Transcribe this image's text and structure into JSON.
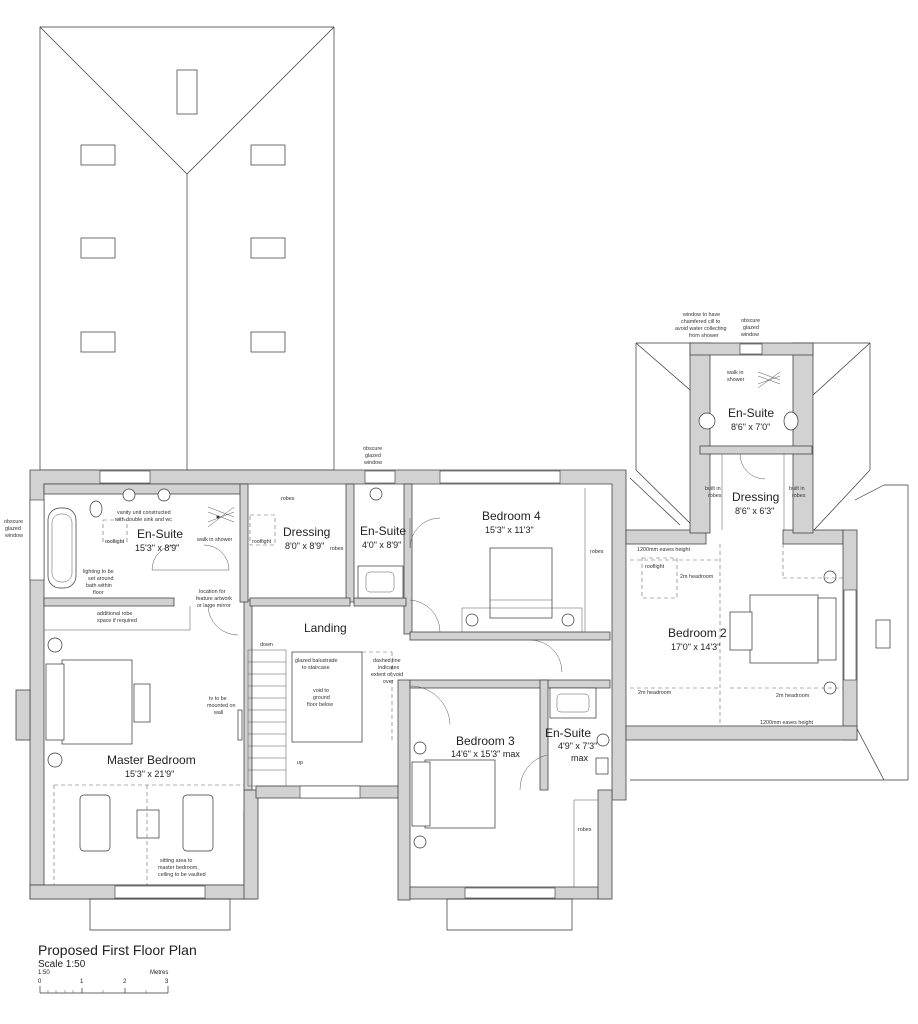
{
  "drawing": {
    "title": "Proposed First Floor Plan",
    "scale": "Scale 1:50",
    "bar_ratio": "1:50",
    "bar_units": "Metres",
    "bar_ticks": [
      "0",
      "1",
      "2",
      "3"
    ]
  },
  "rooms": {
    "ensuite_master": {
      "name": "En-Suite",
      "dims": "15'3\" x 8'9\""
    },
    "dressing_1": {
      "name": "Dressing",
      "dims": "8'0\" x 8'9\""
    },
    "ensuite_4": {
      "name": "En-Suite",
      "dims": "4'0\" x 8'9\""
    },
    "bedroom_4": {
      "name": "Bedroom 4",
      "dims": "15'3\" x 11'3\""
    },
    "ensuite_2": {
      "name": "En-Suite",
      "dims": "8'6\" x 7'0\""
    },
    "dressing_2": {
      "name": "Dressing",
      "dims": "8'6\" x 6'3\""
    },
    "bedroom_2": {
      "name": "Bedroom 2",
      "dims": "17'0\" x 14'3\""
    },
    "landing": {
      "name": "Landing"
    },
    "master": {
      "name": "Master Bedroom",
      "dims": "15'3\" x 21'9\""
    },
    "bedroom_3": {
      "name": "Bedroom 3",
      "dims": "14'6\" x 15'3\" max"
    },
    "ensuite_3": {
      "name": "En-Suite",
      "dims": "4'9\" x 7'3\"",
      "dims2": "max"
    }
  },
  "notes": {
    "obscure_top": [
      "obscure",
      "glazed",
      "window"
    ],
    "obscure_left": [
      "obscure",
      "glazed",
      "window"
    ],
    "obscure_right": [
      "obscure",
      "glazed",
      "window"
    ],
    "window_cill": [
      "window to have",
      "chamfered cill to",
      "avoid water collecting",
      "from shower"
    ],
    "vanity": [
      "vanity unit constructed",
      "with double sink and wc"
    ],
    "rooflight": "rooflight",
    "walk_in_shower": "walk in shower",
    "walk_in_shower_2": [
      "walk in",
      "shower"
    ],
    "robes": "robes",
    "lighting": [
      "lighting to be",
      "set around",
      "bath within",
      "floor"
    ],
    "location": [
      "location for",
      "feature artwork",
      "or large mirror"
    ],
    "additional_robe": [
      "additional robe",
      "space if required"
    ],
    "down": "down",
    "up": "up",
    "balustrade": [
      "glazed balustrade",
      "to staircase"
    ],
    "void": [
      "void to",
      "ground",
      "floor below"
    ],
    "dashed_line": [
      "dashed line",
      "indicates",
      "extent of void",
      "over"
    ],
    "tv": [
      "tv to be",
      "mounted on",
      "wall"
    ],
    "sitting": [
      "sitting area to",
      "master bedroom,",
      "ceiling to be vaulted"
    ],
    "built_in_robes": [
      "built in",
      "robes"
    ],
    "eaves_1200": "1200mm eaves height",
    "headroom_2m": "2m headroom"
  },
  "colors": {
    "wall_fill": "#d2d2d2",
    "line": "#333333",
    "background": "#ffffff"
  }
}
